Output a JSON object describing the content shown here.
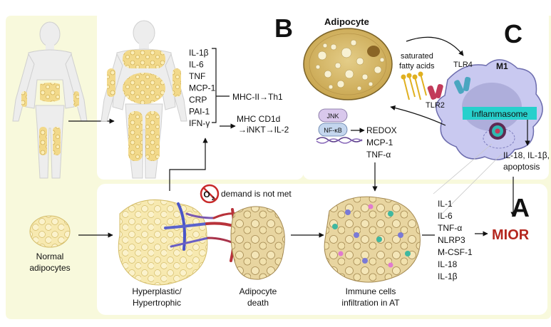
{
  "panels": {
    "a": "A",
    "b": "B",
    "c": "C"
  },
  "panel_b": {
    "cytokines": [
      "IL-1β",
      "IL-6",
      "TNF",
      "MCP-1",
      "CRP",
      "PAI-1",
      "IFN-γ"
    ],
    "mhc_th1": "MHC-II→Th1",
    "mhc_cd1d": "MHC CD1d",
    "inkt": "→iNKT→IL-2"
  },
  "panel_c": {
    "adipocyte_title": "Adipocyte",
    "saturated": "saturated",
    "fatty_acids": "fatty acids",
    "tlr4": "TLR4",
    "tlr2": "TLR2",
    "m1": "M1",
    "inflammasome": "Inflammasome",
    "jnk": "JNK",
    "nfkb": "NF-κB",
    "redox_outputs": [
      "REDOX",
      "MCP-1",
      "TNF-α"
    ],
    "il18_lines": [
      "IL-18, IL-1β,",
      "apoptosis"
    ]
  },
  "panel_a": {
    "normal_lines": [
      "Normal",
      "adipocytes"
    ],
    "hyper_lines": [
      "Hyperplastic/",
      "Hypertrophic"
    ],
    "o2_symbol": "O",
    "o2_sub": "2",
    "demand": "demand is not met",
    "death_lines": [
      "Adipocyte",
      "death"
    ],
    "immune_lines": [
      "Immune cells",
      "infiltration in AT"
    ],
    "cytokines": [
      "IL-1",
      "IL-6",
      "TNF-α",
      "NLRP3",
      "M-CSF-1",
      "IL-18",
      "IL-1β"
    ],
    "mior": "MIOR"
  },
  "colors": {
    "background_panel": "#f8f9dc",
    "fat": "#f0dc8a",
    "fat_dark": "#c9a545",
    "macrophage": "#c8c8ee",
    "inflammasome": "#27d0cc",
    "mior": "#b4271f",
    "vessel_blue": "#4a55c8",
    "vessel_red": "#b8323a"
  }
}
